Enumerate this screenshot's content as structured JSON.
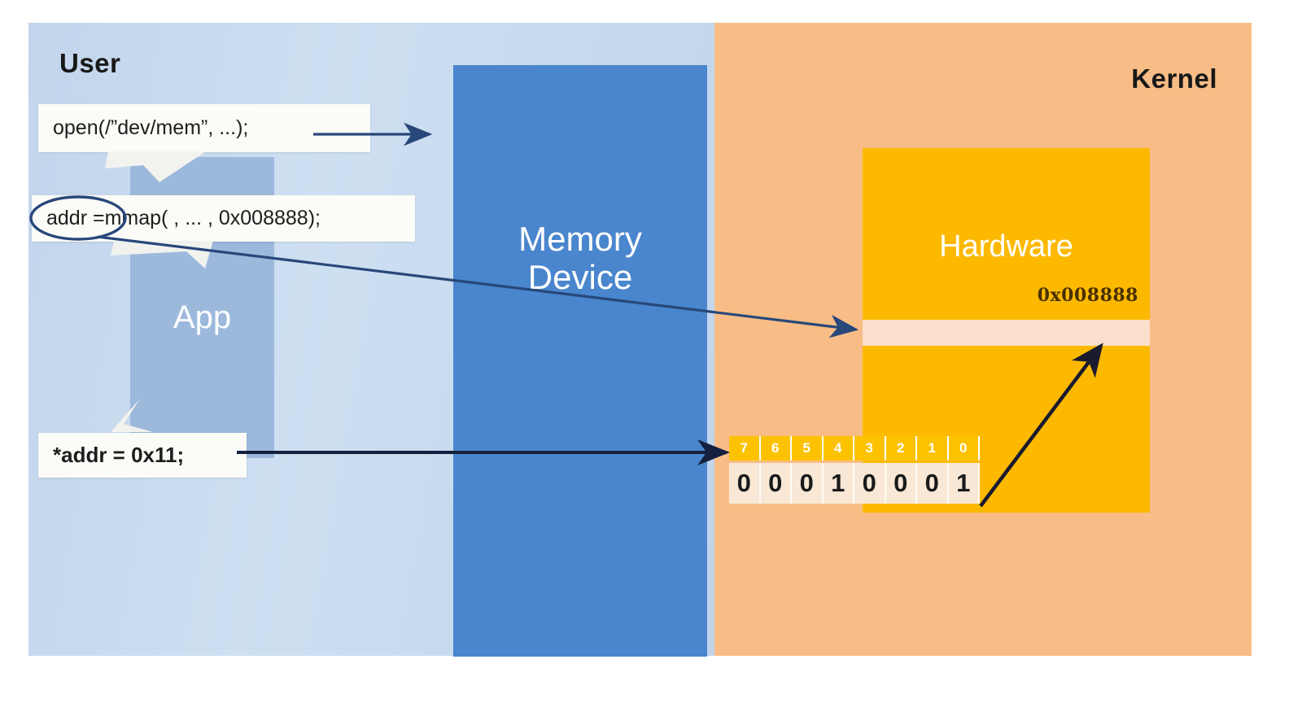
{
  "diagram": {
    "title_user": "User",
    "title_kernel": "Kernel"
  },
  "user_side": {
    "app_label": "App",
    "callouts": [
      {
        "id": "open",
        "text": "open(/”dev/mem”, ...);"
      },
      {
        "id": "mmap",
        "text": "addr =mmap( , ... , 0x008888);"
      },
      {
        "id": "store",
        "text": "*addr = 0x11;"
      }
    ]
  },
  "middle": {
    "memory_device_line1": "Memory",
    "memory_device_line2": "Device"
  },
  "kernel_side": {
    "hardware_label": "Hardware",
    "hardware_address": "0x008888",
    "bit_table": {
      "bit_indices": [
        "7",
        "6",
        "5",
        "4",
        "3",
        "2",
        "1",
        "0"
      ],
      "bit_values": [
        "0",
        "0",
        "0",
        "1",
        "0",
        "0",
        "0",
        "1"
      ]
    }
  },
  "colors": {
    "user_panel": "#c9dbf0",
    "kernel_panel": "#f8bd86",
    "app_box": "#9cb9dc",
    "memory_device": "#4a86cd",
    "hardware": "#fcb900",
    "hardware_band": "#fadfcc",
    "bit_header": "#fcc200",
    "bit_value": "#f8e8d5",
    "arrow": "#1f3864",
    "callout": "#fbfbf7"
  }
}
